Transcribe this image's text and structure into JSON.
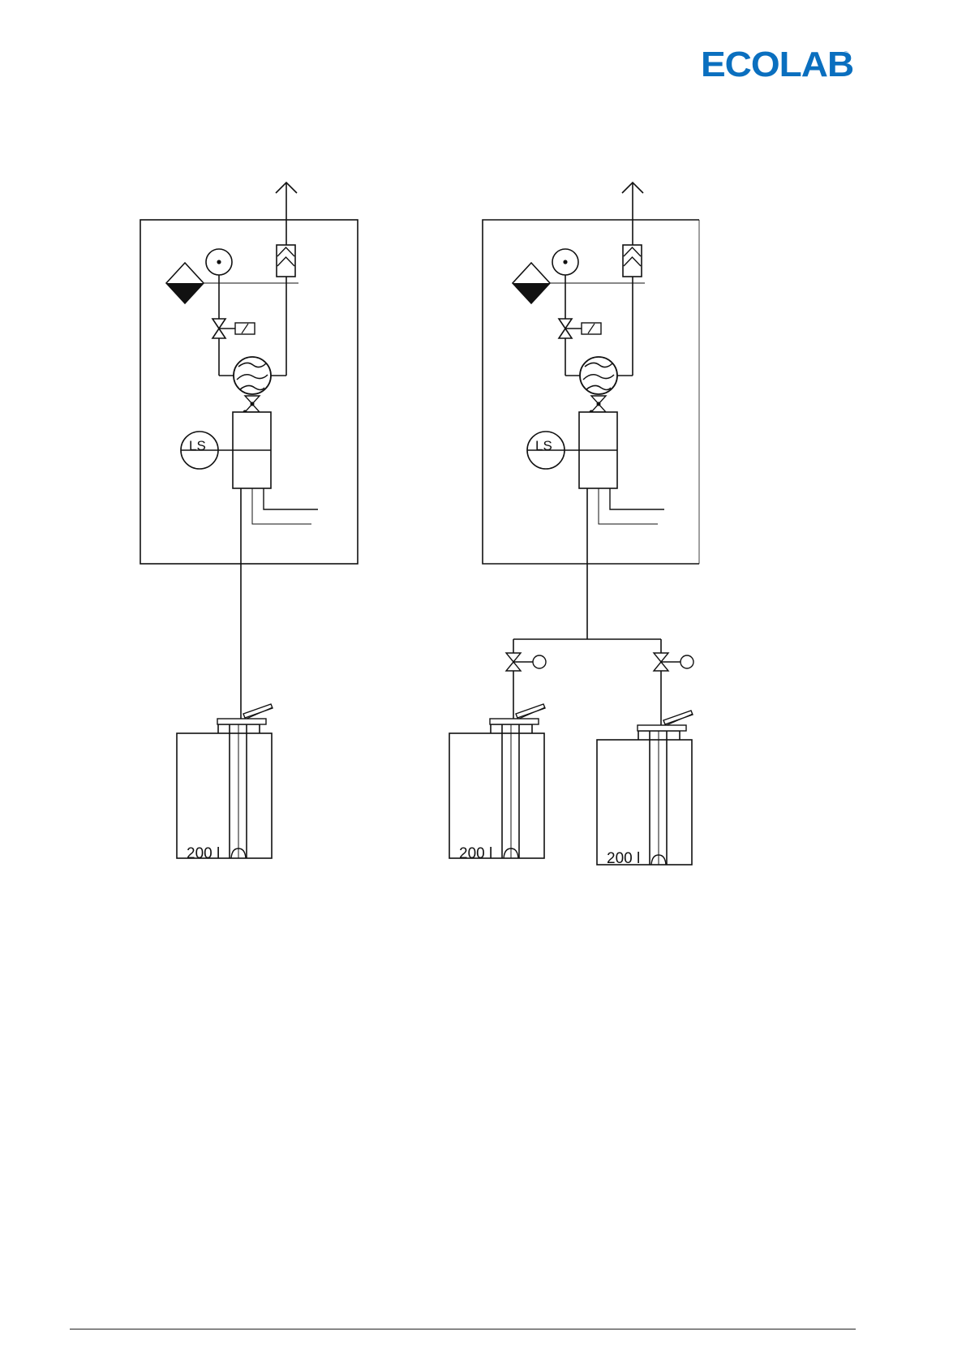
{
  "logo": {
    "text": "ECOLAB",
    "reg": "®",
    "color": "#0a6fbf"
  },
  "left_unit": {
    "level_switch_label": "LS"
  },
  "right_unit": {
    "level_switch_label": "LS"
  },
  "tanks": [
    {
      "capacity": "200  l"
    },
    {
      "capacity": "200  l"
    },
    {
      "capacity": "200  l"
    }
  ]
}
